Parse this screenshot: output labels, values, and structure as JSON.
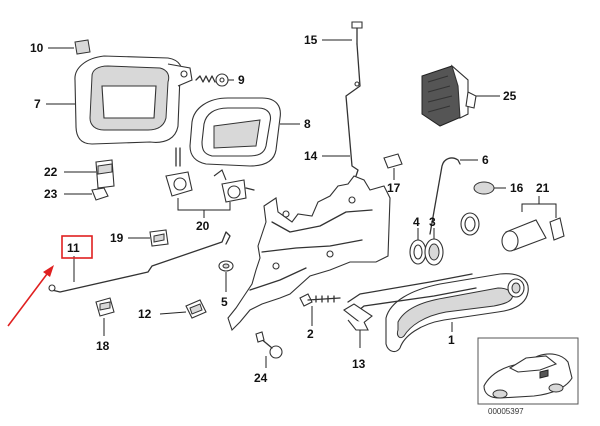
{
  "callouts": {
    "p1": "1",
    "p2": "2",
    "p4": "4",
    "p3": "3",
    "p5": "5",
    "p6": "6",
    "p7": "7",
    "p8": "8",
    "p9": "9",
    "p10": "10",
    "p11": "11",
    "p12": "12",
    "p13": "13",
    "p14": "14",
    "p15": "15",
    "p16": "16",
    "p17": "17",
    "p18": "18",
    "p19": "19",
    "p20": "20",
    "p21": "21",
    "p22": "22",
    "p23": "23",
    "p24": "24",
    "p25": "25"
  },
  "reference_code": "00005397",
  "highlight": {
    "color": "#e02020"
  }
}
